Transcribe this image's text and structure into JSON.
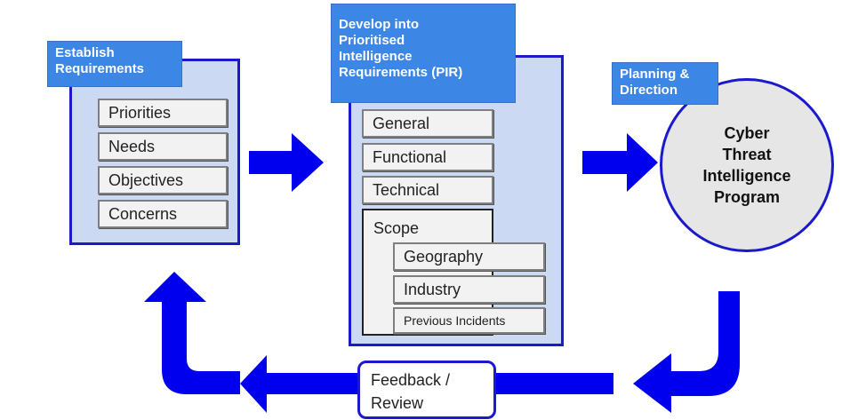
{
  "establish": {
    "title_lines": [
      "Establish",
      "Requirements"
    ],
    "items": [
      "Priorities",
      "Needs",
      "Objectives",
      "Concerns"
    ]
  },
  "develop": {
    "title_lines": [
      "Develop into",
      "Prioritised",
      "Intelligence",
      "Requirements (PIR)"
    ],
    "items": [
      "General",
      "Functional",
      "Technical"
    ],
    "scope": {
      "label": "Scope",
      "items": [
        "Geography",
        "Industry",
        "Previous Incidents"
      ]
    }
  },
  "planning": {
    "title_lines": [
      "Planning &",
      "Direction"
    ],
    "circle_lines": [
      "Cyber",
      "Threat",
      "Intelligence",
      "Program"
    ]
  },
  "feedback": {
    "lines": [
      "Feedback /",
      "Review"
    ]
  },
  "colors": {
    "arrow": "#0000ee",
    "panel_fill": "#ccd9f2",
    "panel_border": "#1a1acc",
    "tag_fill": "#3c86e6"
  }
}
